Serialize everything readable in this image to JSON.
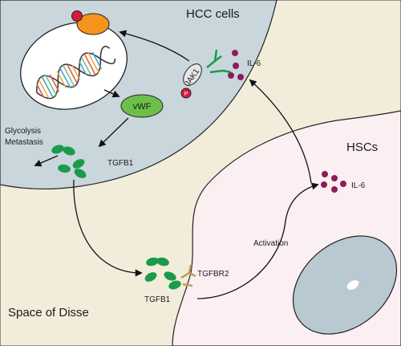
{
  "regions": {
    "hcc": "HCC cells",
    "hsc": "HSCs",
    "space": "Space of Disse"
  },
  "labels": {
    "jak1": "JAK1",
    "phospho": "P",
    "il6_top": "IL-6",
    "il6_hsc": "IL-6",
    "vwf": "vWF",
    "glycolysis": "Glycolysis",
    "metastasis": "Metastasis",
    "tgfb1_inner": "TGFB1",
    "tgfb1_outer": "TGFB1",
    "tgfbr2": "TGFBR2",
    "activation": "Activation"
  },
  "colors": {
    "background": "#f2eddb",
    "hcc_fill": "#c9d6dc",
    "hsc_fill": "#fbeff2",
    "nucleus_hsc": "#b9c9d1",
    "vwf": "#6cc04a",
    "tgfb1": "#1b9a4a",
    "il6": "#8e1b57",
    "phospho": "#d81b3c",
    "orange": "#f7941d",
    "receptor": "#c19a5b"
  }
}
